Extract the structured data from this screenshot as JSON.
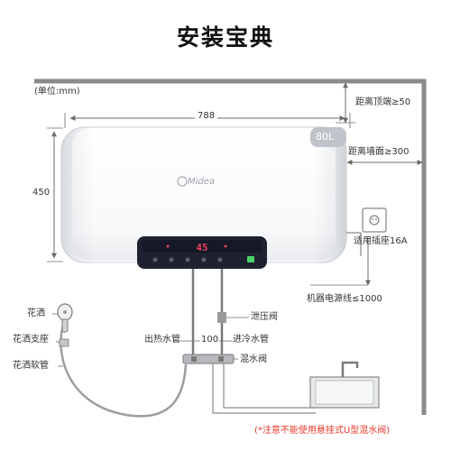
{
  "title": "安装宝典",
  "unit_label": "(单位:mm)",
  "dimensions": {
    "width": "788",
    "height": "450",
    "capacity": "80L",
    "top_clearance": "距离顶端≥50",
    "wall_clearance": "距离墙面≥300",
    "pipe_spacing": "100",
    "cable_length": "机器电源线≤1000"
  },
  "brand": "Midea",
  "display_value": "45",
  "labels": {
    "socket": "适用插座16A",
    "shower_head": "花洒",
    "shower_holder": "花洒支座",
    "shower_hose": "花洒软管",
    "hot_outlet": "出热水管",
    "cold_inlet": "进冷水管",
    "relief_valve": "泄压阀",
    "mixing_valve": "混水阀"
  },
  "note": "(*注意不能使用悬挂式U型混水阀)",
  "colors": {
    "line": "#6b6b6b",
    "wall": "#8a8a8a",
    "note": "#e8392b",
    "panel": "#1e2230",
    "display": "#e8405e"
  }
}
